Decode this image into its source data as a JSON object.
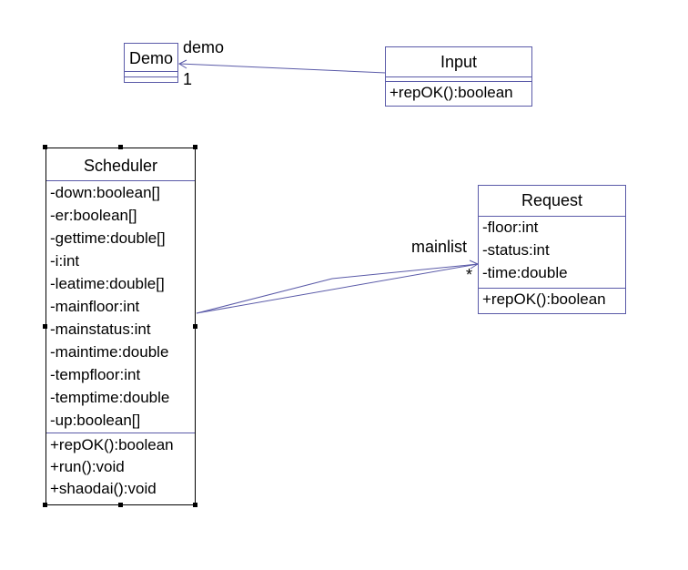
{
  "classes": {
    "demo": {
      "name": "Demo",
      "attributes": [],
      "operations": []
    },
    "input": {
      "name": "Input",
      "attributes": [],
      "operations": [
        "+repOK():boolean"
      ]
    },
    "scheduler": {
      "name": "Scheduler",
      "attributes": [
        "-down:boolean[]",
        "-er:boolean[]",
        "-gettime:double[]",
        "-i:int",
        "-leatime:double[]",
        "-mainfloor:int",
        "-mainstatus:int",
        "-maintime:double",
        "-tempfloor:int",
        "-temptime:double",
        "-up:boolean[]"
      ],
      "operations": [
        "+repOK():boolean",
        "+run():void",
        "+shaodai():void"
      ]
    },
    "request": {
      "name": "Request",
      "attributes": [
        "-floor:int",
        "-status:int",
        "-time:double"
      ],
      "operations": [
        "+repOK():boolean"
      ]
    }
  },
  "associations": {
    "input_demo": {
      "role": "demo",
      "multiplicity": "1"
    },
    "scheduler_request": {
      "role": "mainlist",
      "multiplicity": "*"
    }
  },
  "colors": {
    "border": "#5a5aa8",
    "line": "#5a5aa8",
    "handle": "#000000"
  }
}
